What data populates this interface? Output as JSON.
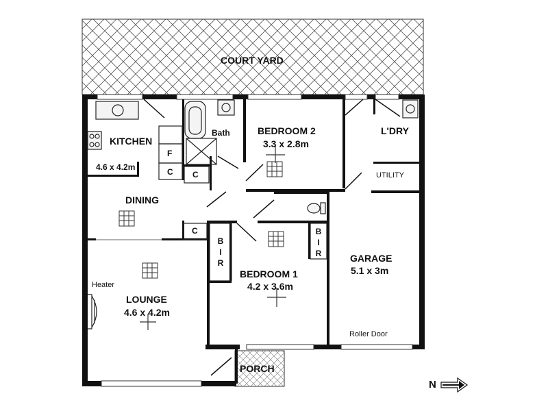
{
  "labels": {
    "courtyard": "COURT YARD",
    "kitchen": "KITCHEN",
    "kitchen_dim": "4.6 x 4.2m",
    "bath": "Bath",
    "bedroom2": "BEDROOM 2",
    "bedroom2_dim": "3.3 x 2.8m",
    "laundry": "L'DRY",
    "utility": "UTILITY",
    "fridge": "F",
    "cupboard": "C",
    "dining": "DINING",
    "bir": "B I R",
    "bedroom1": "BEDROOM 1",
    "bedroom1_dim": "4.2 x 3.6m",
    "garage": "GARAGE",
    "garage_dim": "5.1 x 3m",
    "heater": "Heater",
    "lounge": "LOUNGE",
    "lounge_dim": "4.6 x 4.2m",
    "roller_door": "Roller Door",
    "porch": "PORCH",
    "north": "N"
  }
}
